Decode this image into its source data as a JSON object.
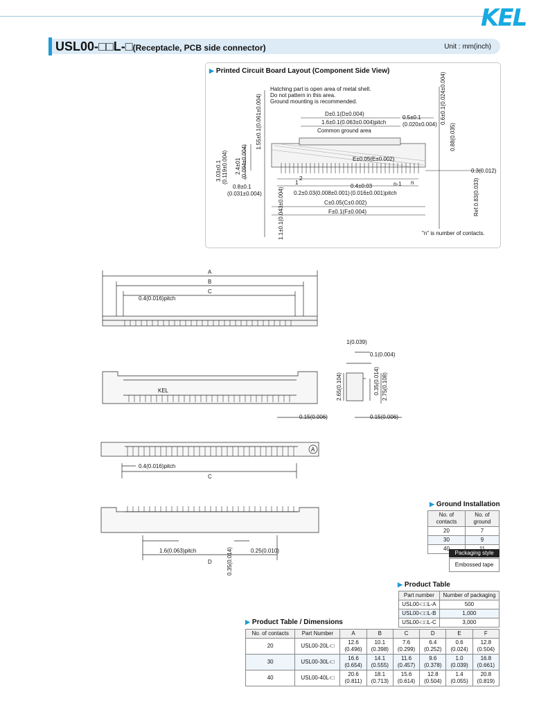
{
  "header": {
    "logo": "KEL",
    "title_main": "USL00-□□L-□",
    "title_sub": "(Receptacle, PCB side connector)",
    "unit": "Unit : mm(inch)"
  },
  "pcb_layout": {
    "heading": "Printed Circuit Board Layout (Component Side View)",
    "note_lines": [
      "Hatching part is open area of metal shell.",
      "Do not pattern in this area.",
      "Ground mounting is recommended."
    ],
    "dims": {
      "d": "D±0.1(D±0.004)",
      "pitch16": "1.6±0.1(0.063±0.004)pitch",
      "common_ground": "Common ground area",
      "e": "E±0.05(E±0.002)",
      "half": "0.5±0.1",
      "half_in": "(0.020±0.004)",
      "c": "C±0.05(C±0.002)",
      "f": "F±0.1(F±0.004)",
      "pitch04": "0.4±0.03",
      "pitch04_in": "(0.016±0.001)pitch",
      "p02": "0.2±0.03(0.008±0.001)",
      "p08": "0.8±0.1",
      "p08_in": "(0.031±0.004)",
      "v303": "3.03±0.1",
      "v303_in": "(0.119±0.004)",
      "v24": "2.4±01",
      "v24_in": "(0.094±0.004)",
      "v155": "1.55±0.1(0.061±0.004)",
      "v11": "1.1±0.1(0.043±0.004)",
      "v06": "0.6±0.1(0.024±0.004)",
      "v088": "0.88(0.035)",
      "v03": "0.3(0.012)",
      "vref": "Ref.0.83(0.033)",
      "n1": "1",
      "n2": "2",
      "nn1": "n-1",
      "nn": "n",
      "footnote": "\"n\" is number of contacts."
    }
  },
  "drawings": {
    "a": "A",
    "b": "B",
    "c": "C",
    "d": "D",
    "pitch04": "0.4(0.016)pitch",
    "kel": "KEL",
    "d015": "0.15(0.006)",
    "d015b": "0.15(0.006)",
    "side1": "1(0.039)",
    "side01": "0.1(0.004)",
    "side265": "2.65(0.104)",
    "side035": "0.35(0.014)",
    "side275": "2.75(0.108)",
    "circle_a": "A",
    "pitch04b": "0.4(0.016)pitch",
    "c2": "C",
    "pitch16": "1.6(0.063)pitch",
    "d035": "0.35(0.014)",
    "d025": "0.25(0.010)"
  },
  "ground": {
    "heading": "Ground Installation",
    "headers": [
      "No. of contacts",
      "No. of ground"
    ],
    "rows": [
      [
        "20",
        "7"
      ],
      [
        "30",
        "9"
      ],
      [
        "40",
        "11"
      ]
    ]
  },
  "packaging": {
    "heading": "Packaging style",
    "value": "Embossed tape"
  },
  "product_table": {
    "heading": "Product Table",
    "headers": [
      "Part number",
      "Number of packaging"
    ],
    "rows": [
      [
        "USL00-□□L-A",
        "500"
      ],
      [
        "USL00-□□L-B",
        "1,000"
      ],
      [
        "USL00-□□L-C",
        "3,000"
      ]
    ]
  },
  "dimensions_table": {
    "heading": "Product Table / Dimensions",
    "headers": [
      "No. of contacts",
      "Part Number",
      "A",
      "B",
      "C",
      "D",
      "E",
      "F"
    ],
    "rows": [
      [
        "20",
        "USL00-20L-□",
        "12.6",
        "(0.496)",
        "10.1",
        "(0.398)",
        "7.6",
        "(0.299)",
        "6.4",
        "(0.252)",
        "0.6",
        "(0.024)",
        "12.8",
        "(0.504)"
      ],
      [
        "30",
        "USL00-30L-□",
        "16.6",
        "(0.654)",
        "14.1",
        "(0.555)",
        "11.6",
        "(0.457)",
        "9.6",
        "(0.378)",
        "1.0",
        "(0.039)",
        "16.8",
        "(0.661)"
      ],
      [
        "40",
        "USL00-40L-□",
        "20.6",
        "(0.811)",
        "18.1",
        "(0.713)",
        "15.6",
        "(0.614)",
        "12.8",
        "(0.504)",
        "1.4",
        "(0.055)",
        "20.8",
        "(0.819)"
      ]
    ]
  }
}
